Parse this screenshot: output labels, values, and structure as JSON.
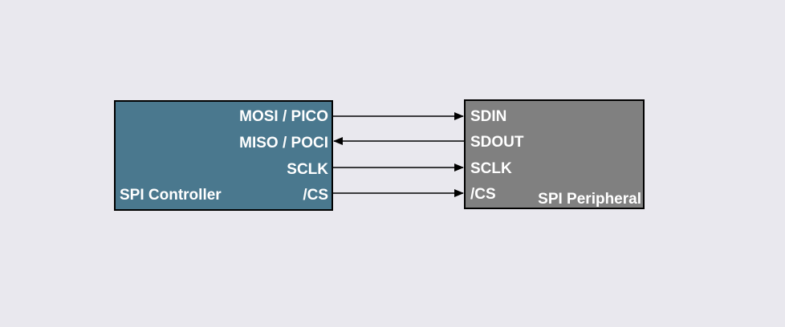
{
  "colors": {
    "background": "#e9e8ee",
    "controller_fill": "#4a788e",
    "peripheral_fill": "#808080",
    "wire": "#000000",
    "label_text": "#ffffff"
  },
  "controller": {
    "name": "SPI Controller",
    "pins": [
      "MOSI / PICO",
      "MISO / POCI",
      "SCLK",
      "/CS"
    ]
  },
  "peripheral": {
    "name": "SPI Peripheral",
    "pins": [
      "SDIN",
      "SDOUT",
      "SCLK",
      "/CS"
    ]
  },
  "connections": [
    {
      "from": "controller",
      "to": "peripheral"
    },
    {
      "from": "peripheral",
      "to": "controller"
    },
    {
      "from": "controller",
      "to": "peripheral"
    },
    {
      "from": "controller",
      "to": "peripheral"
    }
  ]
}
